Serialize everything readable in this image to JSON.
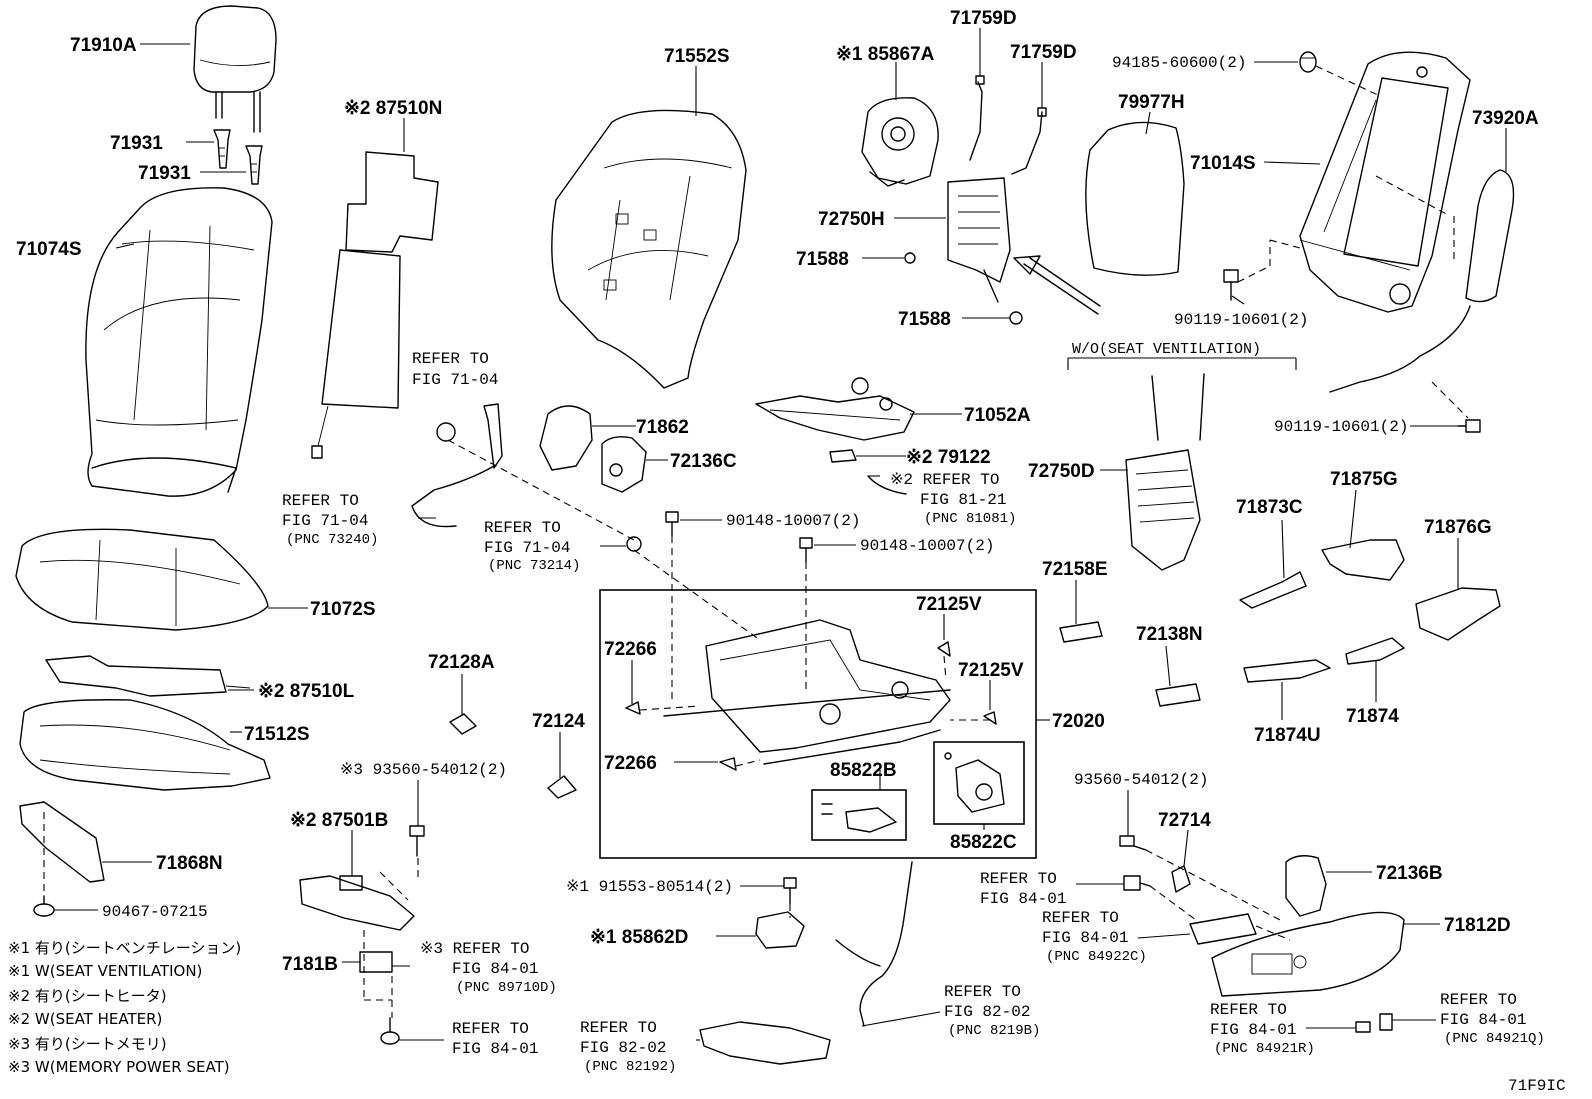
{
  "callouts": {
    "p71910A": "71910A",
    "p71931a": "71931",
    "p71931b": "71931",
    "p71074S": "71074S",
    "p87510N": "※2 87510N",
    "p71552S": "71552S",
    "p85867A": "※1 85867A",
    "p71759D_a": "71759D",
    "p71759D_b": "71759D",
    "p72750H": "72750H",
    "p71588a": "71588",
    "p71588b": "71588",
    "p79977H": "79977H",
    "p94185": "94185-60600(2)",
    "p71014S": "71014S",
    "p73920A": "73920A",
    "p90119a": "90119-10601(2)",
    "p90119b": "90119-10601(2)",
    "p71862": "71862",
    "p72136C": "72136C",
    "p71052A": "71052A",
    "p79122": "※2 79122",
    "p72750D": "72750D",
    "p71873C": "71873C",
    "p71875G": "71875G",
    "p71876G": "71876G",
    "p90148a": "90148-10007(2)",
    "p90148b": "90148-10007(2)",
    "p71072S": "71072S",
    "p72158E": "72158E",
    "p72125Va": "72125V",
    "p72125Vb": "72125V",
    "p72266a": "72266",
    "p72266b": "72266",
    "p72138N": "72138N",
    "p87510L": "※2 87510L",
    "p72128A": "72128A",
    "p72124": "72124",
    "p72020": "72020",
    "p71874U": "71874U",
    "p71874": "71874",
    "p71512S": "71512S",
    "p93560a": "※3 93560-54012(2)",
    "p93560b": "93560-54012(2)",
    "p85822B": "85822B",
    "p85822C": "85822C",
    "p72714": "72714",
    "p87501B": "※2 87501B",
    "p71868N": "71868N",
    "p72136B": "72136B",
    "p90467": "90467-07215",
    "p91553": "※1 91553-80514(2)",
    "p85862D": "※1 85862D",
    "p71812D": "71812D",
    "p7181B": "7181B"
  },
  "refs": {
    "r1": {
      "line1": "REFER TO",
      "line2": "FIG 71-04",
      "pnc": ""
    },
    "r2": {
      "line1": "REFER TO",
      "line2": "FIG 71-04",
      "pnc": "(PNC 73240)"
    },
    "r3": {
      "line1": "REFER TO",
      "line2": "FIG 71-04",
      "pnc": "(PNC 73214)"
    },
    "r4": {
      "line1": "※2 REFER TO",
      "line2": "FIG 81-21",
      "pnc": "(PNC 81081)"
    },
    "r5": {
      "line1": "REFER TO",
      "line2": "FIG 84-01",
      "pnc": ""
    },
    "r6": {
      "line1": "REFER TO",
      "line2": "FIG 84-01",
      "pnc": "(PNC 84922C)"
    },
    "r7": {
      "line1": "※3 REFER TO",
      "line2": "FIG 84-01",
      "pnc": "(PNC 89710D)"
    },
    "r8": {
      "line1": "REFER TO",
      "line2": "FIG 84-01",
      "pnc": ""
    },
    "r9": {
      "line1": "REFER TO",
      "line2": "FIG 82-02",
      "pnc": "(PNC 82192)"
    },
    "r10": {
      "line1": "REFER TO",
      "line2": "FIG 82-02",
      "pnc": "(PNC 8219B)"
    },
    "r11": {
      "line1": "REFER TO",
      "line2": "FIG 84-01",
      "pnc": "(PNC 84921R)"
    },
    "r12": {
      "line1": "REFER TO",
      "line2": "FIG 84-01",
      "pnc": "(PNC 84921Q)"
    }
  },
  "wo_label": "W/O(SEAT VENTILATION)",
  "legend": [
    "※1 有り(シートベンチレーション)",
    "※1 W(SEAT VENTILATION)",
    "※2 有り(シートヒータ)",
    "※2 W(SEAT HEATER)",
    "※3 有り(シートメモリ)",
    "※3 W(MEMORY POWER SEAT)"
  ],
  "figure_code": "71F9IC"
}
